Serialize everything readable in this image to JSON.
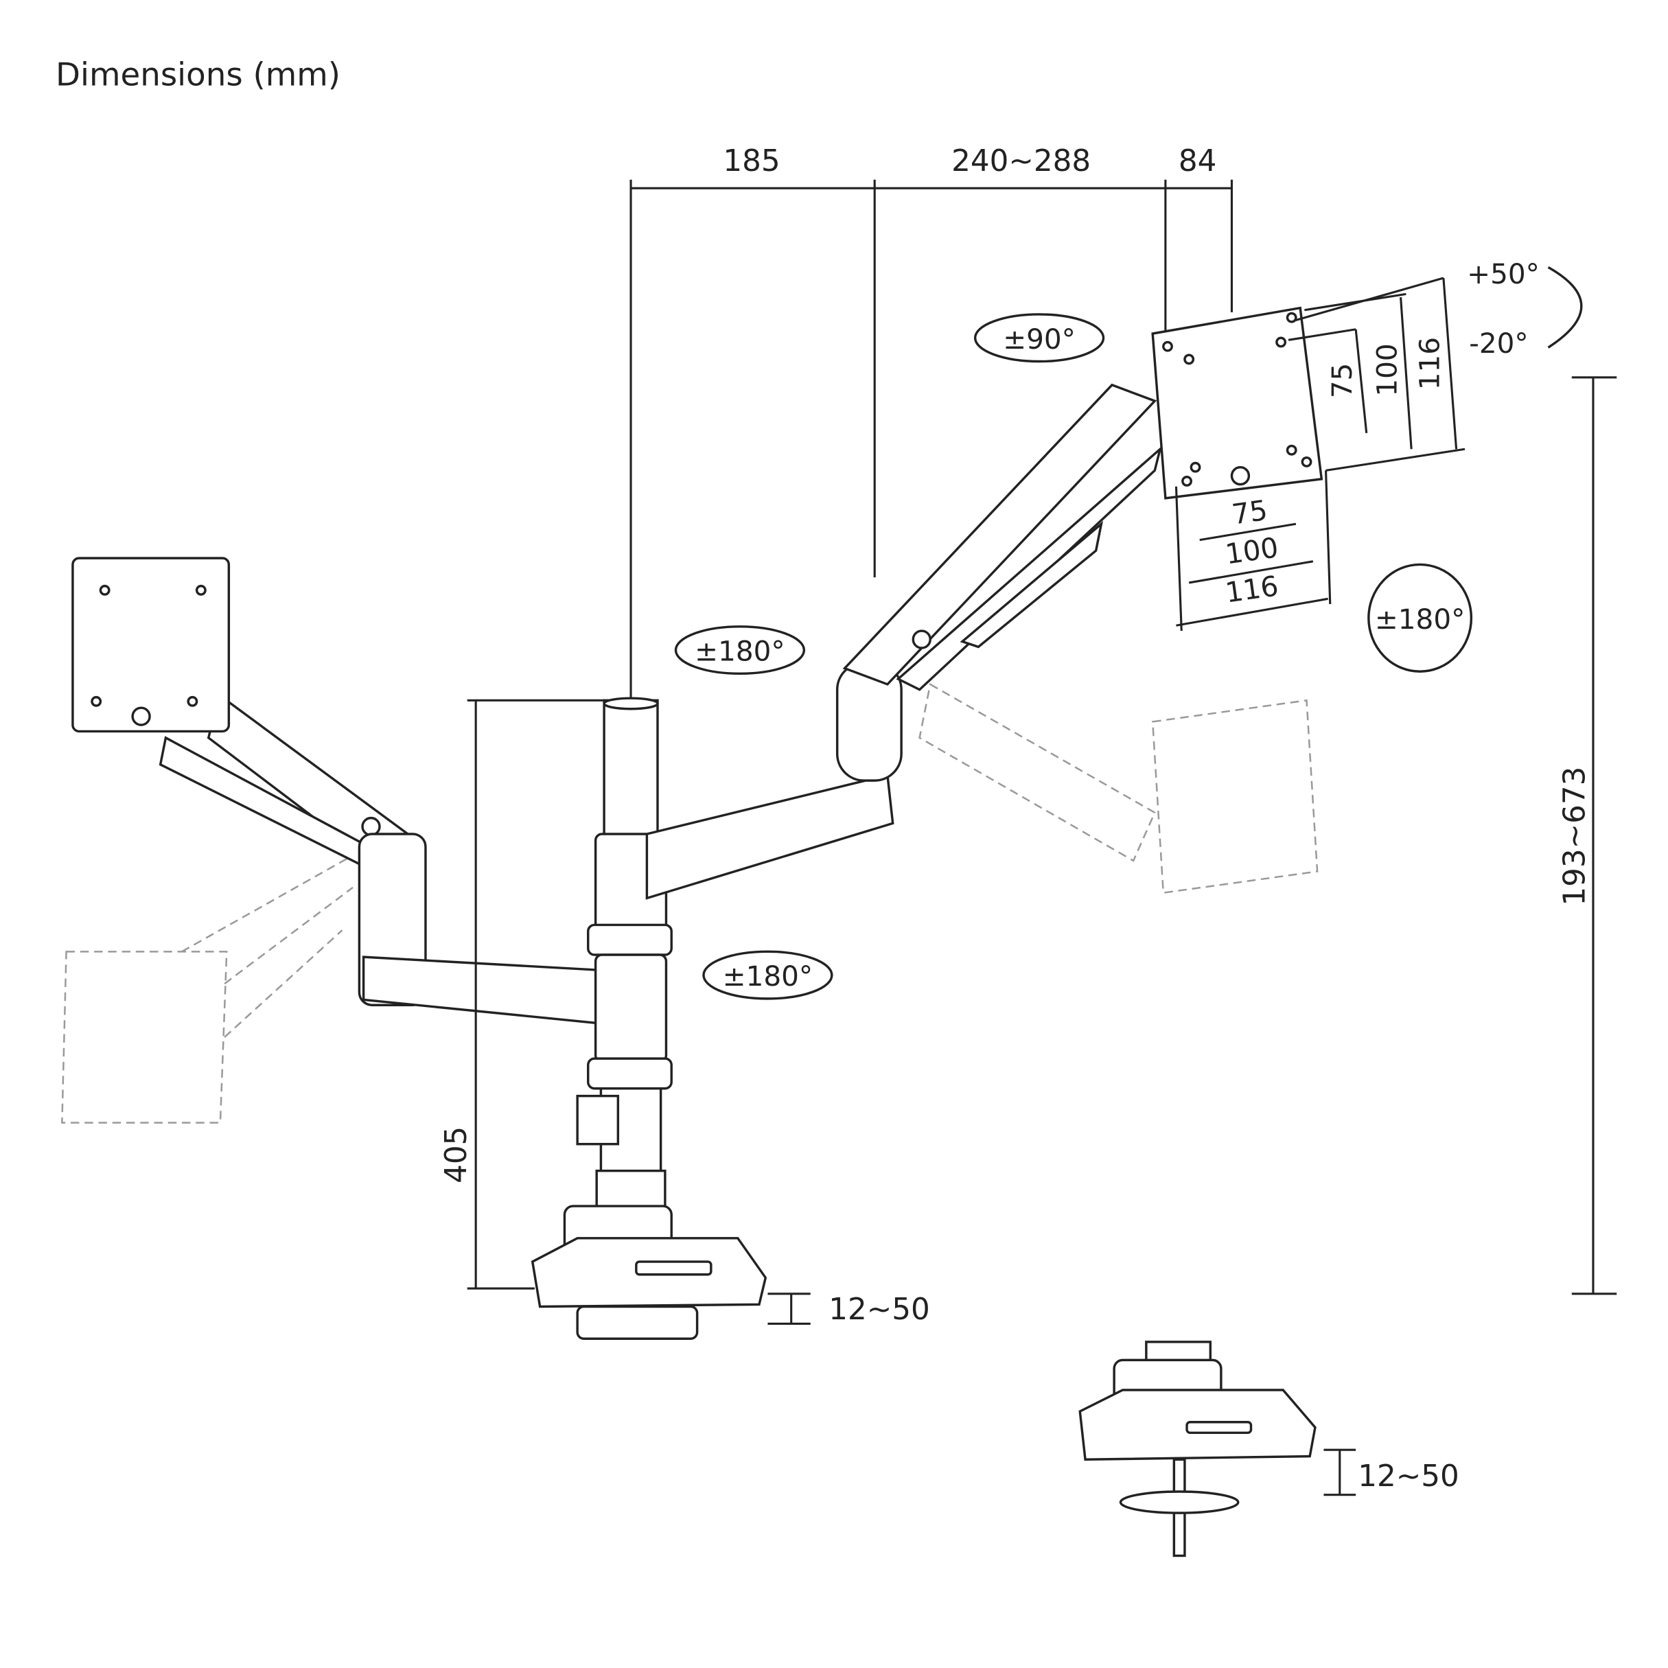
{
  "title": "Dimensions (mm)",
  "dimensions": {
    "arm_offset": "185",
    "arm_reach": "240~288",
    "head_depth": "84",
    "pole_height": "405",
    "height_range": "193~673",
    "clamp_range": "12~50",
    "grommet_range": "12~50",
    "vesa_vertical": [
      "75",
      "100",
      "116"
    ],
    "vesa_horizontal": [
      "75",
      "100",
      "116"
    ]
  },
  "rotations": {
    "tilt_up": "+50°",
    "tilt_down": "-20°",
    "swivel_head": "±90°",
    "rotate_monitor": "±180°",
    "rotate_upper_arm": "±180°",
    "rotate_lower_arm": "±180°"
  }
}
